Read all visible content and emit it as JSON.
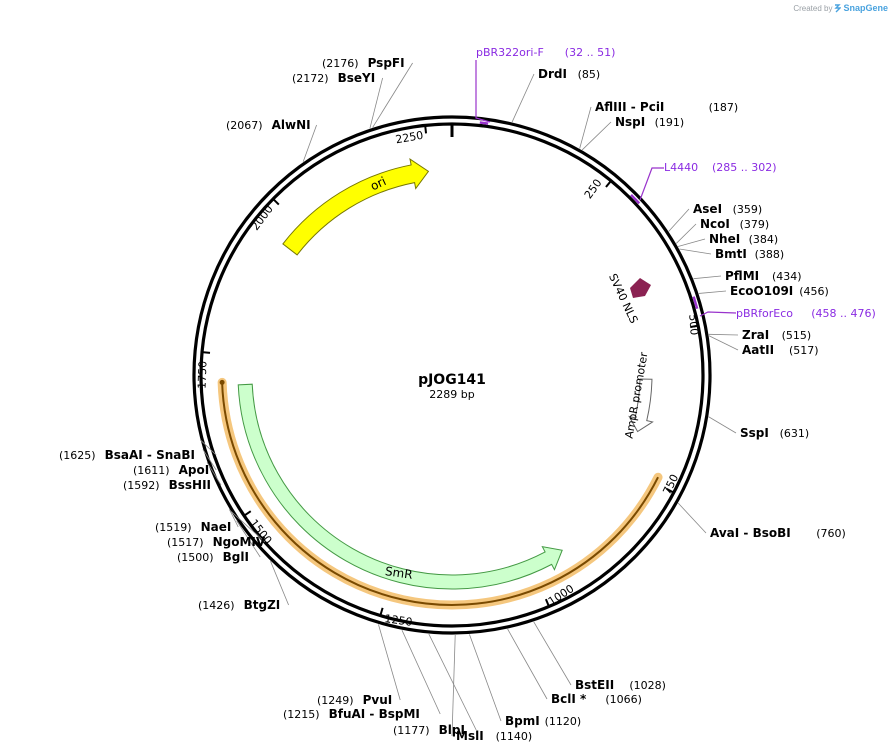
{
  "credit": {
    "prefix": "Created by",
    "brand": "SnapGene"
  },
  "plasmid": {
    "name": "pJOG141",
    "length_label": "2289 bp",
    "length": 2289
  },
  "colors": {
    "backbone": "#000000",
    "ori": "#ffff00",
    "smr": "#ccffcc",
    "smr_outline": "#449944",
    "promoter": "#ffffff",
    "nls": "#8b2252",
    "gene_band": "#f5c77e",
    "primer": "#9933cc"
  },
  "ticks": [
    {
      "pos": 250,
      "label": "250"
    },
    {
      "pos": 500,
      "label": "500"
    },
    {
      "pos": 750,
      "label": "750"
    },
    {
      "pos": 1000,
      "label": "1000"
    },
    {
      "pos": 1250,
      "label": "1250"
    },
    {
      "pos": 1500,
      "label": "1500"
    },
    {
      "pos": 1750,
      "label": "1750"
    },
    {
      "pos": 2000,
      "label": "2000"
    },
    {
      "pos": 2250,
      "label": "2250"
    }
  ],
  "features": [
    {
      "name": "ori",
      "start": 1957,
      "end": 2247,
      "type": "arrow",
      "dir": "cw",
      "icon": "arrow-cw"
    },
    {
      "name": "SmR",
      "start": 940,
      "end": 1700,
      "type": "arrow",
      "dir": "ccw",
      "icon": "arrow-ccw"
    },
    {
      "name": "AmpR promoter",
      "start": 580,
      "end": 680,
      "type": "promoter",
      "dir": "cw",
      "icon": "arrow-cw"
    },
    {
      "name": "SV40 NLS",
      "start": 420,
      "end": 442,
      "type": "small",
      "dir": "ccw",
      "icon": "arrow-ccw"
    },
    {
      "name": "gene-band",
      "start": 740,
      "end": 1705,
      "type": "band"
    }
  ],
  "primers": [
    {
      "name": "pBR322ori-F",
      "range": "(32 .. 51)"
    },
    {
      "name": "L4440",
      "range": "(285 .. 302)"
    },
    {
      "name": "pBRforEco",
      "range": "(458 .. 476)"
    }
  ],
  "enzymes": [
    {
      "name": "DrdI",
      "pos": "(85)",
      "site": 85
    },
    {
      "name": "AflIII  - PciI",
      "pos": "(187)",
      "site": 187
    },
    {
      "name": "NspI",
      "pos": "(191)",
      "site": 191
    },
    {
      "name": "AseI",
      "pos": "(359)",
      "site": 359
    },
    {
      "name": "NcoI",
      "pos": "(379)",
      "site": 379
    },
    {
      "name": "NheI",
      "pos": "(384)",
      "site": 384
    },
    {
      "name": "BmtI",
      "pos": "(388)",
      "site": 388
    },
    {
      "name": "PflMI",
      "pos": "(434)",
      "site": 434
    },
    {
      "name": "EcoO109I",
      "pos": "(456)",
      "site": 456
    },
    {
      "name": "ZraI",
      "pos": "(515)",
      "site": 515
    },
    {
      "name": "AatII",
      "pos": "(517)",
      "site": 517
    },
    {
      "name": "SspI",
      "pos": "(631)",
      "site": 631
    },
    {
      "name": "AvaI  - BsoBI",
      "pos": "(760)",
      "site": 760
    },
    {
      "name": "BstEII",
      "pos": "(1028)",
      "site": 1028
    },
    {
      "name": "BclI *",
      "pos": "(1066)",
      "site": 1066
    },
    {
      "name": "BpmI",
      "pos": "(1120)",
      "site": 1120
    },
    {
      "name": "MslI",
      "pos": "(1140)",
      "site": 1140
    },
    {
      "name": "BlpI",
      "pos": "(1177)",
      "site": 1177
    },
    {
      "name": "BfuAI  - BspMI",
      "pos": "(1215)",
      "site": 1215
    },
    {
      "name": "PvuI",
      "pos": "(1249)",
      "site": 1249
    },
    {
      "name": "BtgZI",
      "pos": "(1426)",
      "site": 1426
    },
    {
      "name": "BglI",
      "pos": "(1500)",
      "site": 1500
    },
    {
      "name": "NgoMIV",
      "pos": "(1517)",
      "site": 1517
    },
    {
      "name": "NaeI",
      "pos": "(1519)",
      "site": 1519
    },
    {
      "name": "BssHII",
      "pos": "(1592)",
      "site": 1592
    },
    {
      "name": "ApoI",
      "pos": "(1611)",
      "site": 1611
    },
    {
      "name": "BsaAI  - SnaBI",
      "pos": "(1625)",
      "site": 1625
    },
    {
      "name": "AlwNI",
      "pos": "(2067)",
      "site": 2067
    },
    {
      "name": "BseYI",
      "pos": "(2172)",
      "site": 2172
    },
    {
      "name": "PspFI",
      "pos": "(2176)",
      "site": 2176
    }
  ]
}
